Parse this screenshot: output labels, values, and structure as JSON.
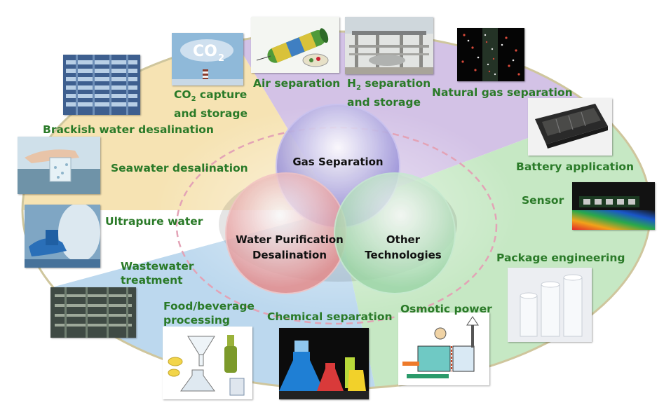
{
  "colors": {
    "label_green": "#2a7a28",
    "gas_sector": "#d3c2e6",
    "other_sector": "#c6e8c4",
    "water_sector": "#bcd8ee",
    "desal_sector": "#f6e3b3",
    "gas_circle": "#9c93d8",
    "water_circle": "#e79a9a",
    "other_circle": "#a7d9b0"
  },
  "circles": {
    "gas": "Gas Separation",
    "water_line1": "Water Purification",
    "water_line2": "Desalination",
    "other_line1": "Other",
    "other_line2": "Technologies"
  },
  "labels": {
    "co2_line1_pre": "CO",
    "co2_sub": "2",
    "co2_line1_post": " capture",
    "co2_line2": "and storage",
    "air": "Air separation",
    "h2_pre": "H",
    "h2_sub": "2",
    "h2_post": " separation",
    "h2_line2": "and storage",
    "natural_gas": "Natural gas separation",
    "brackish": "Brackish water desalination",
    "seawater": "Seawater desalination",
    "ultrapure": "Ultrapure water",
    "wastewater_line1": "Wastewater",
    "wastewater_line2": "treatment",
    "food_line1": "Food/beverage",
    "food_line2": "processing",
    "chemical": "Chemical separation",
    "osmotic": "Osmotic power",
    "battery": "Battery application",
    "sensor": "Sensor",
    "package": "Package engineering"
  },
  "photo_icons": {
    "co2": "co2-cloud-icon",
    "air": "air-separation-module-icon",
    "h2": "hydrogen-plant-icon",
    "natural_gas": "natural-gas-membrane-icon",
    "brackish": "ro-plant-icon",
    "seawater": "seawater-hand-icon",
    "ultrapure": "ultrapure-water-icon",
    "wastewater": "wastewater-tank-icon",
    "food": "food-lab-icon",
    "chemical": "chemical-flasks-icon",
    "osmotic": "osmotic-power-icon",
    "battery": "battery-pack-icon",
    "sensor": "sensor-chip-icon",
    "package": "film-rolls-icon"
  }
}
